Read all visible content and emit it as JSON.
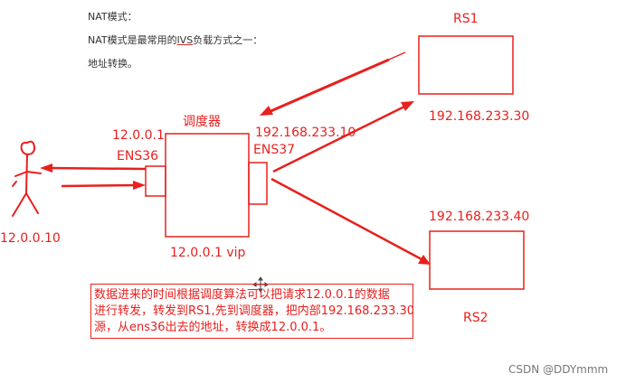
{
  "header": {
    "line1": "NAT模式：",
    "line2_before": "NAT模式是最常用的",
    "line2_underlined": "lVS",
    "line2_after": "负载方式之一：",
    "line3": "地址转换。"
  },
  "nodes": {
    "client_ip": "12.0.0.10",
    "scheduler_title": "调度器",
    "ens36_ip": "12.0.0.1",
    "ens36_label": "ENS36",
    "ens37_ip": "192.168.233.10",
    "ens37_label": "ENS37",
    "vip_label": "12.0.0.1 vip",
    "rs1_label": "RS1",
    "rs1_ip": "192.168.233.30",
    "rs2_ip": "192.168.233.40",
    "rs2_label": "RS2"
  },
  "note": {
    "line1": "数据进来的时间根据调度算法可以把请求12.0.0.1的数据",
    "line2": "进行转发，转发到RS1,先到调度器，把内部192.168.233.30",
    "line3": "源，从ens36出去的地址，转换成12.0.0.1。"
  },
  "watermark": "CSDN @DDYmmm",
  "colors": {
    "accent": "#e8201e",
    "text": "#333333",
    "watermark": "#777777"
  },
  "icons": {
    "client": "stick-figure-icon",
    "cursor": "move-cursor-icon"
  }
}
